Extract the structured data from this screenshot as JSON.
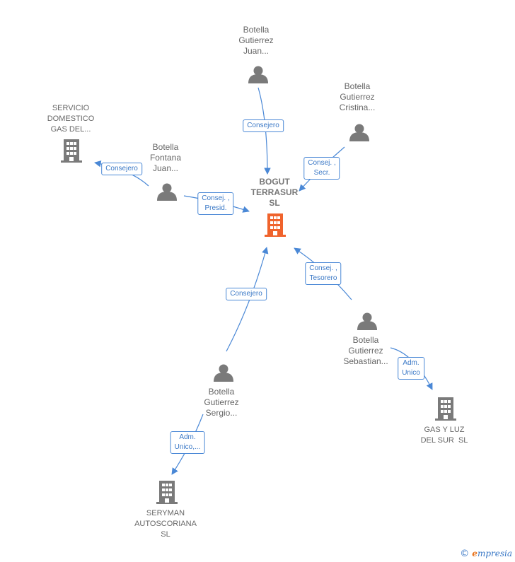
{
  "colors": {
    "edge": "#4a88d6",
    "node_icon": "#7a7a7a",
    "center_icon": "#f0632c"
  },
  "nodes": {
    "center": {
      "lines": [
        "BOGUT",
        "TERRASUR",
        "SL"
      ],
      "icon": "building-icon"
    },
    "juan_gutierrez": {
      "lines": [
        "Botella",
        "Gutierrez",
        "Juan..."
      ],
      "icon": "person-icon"
    },
    "cristina": {
      "lines": [
        "Botella",
        "Gutierrez",
        "Cristina..."
      ],
      "icon": "person-icon"
    },
    "fontana": {
      "lines": [
        "Botella",
        "Fontana",
        "Juan..."
      ],
      "icon": "person-icon"
    },
    "servicio": {
      "lines": [
        "SERVICIO",
        "DOMESTICO",
        "GAS DEL..."
      ],
      "icon": "building-icon"
    },
    "sebastian": {
      "lines": [
        "Botella",
        "Gutierrez",
        "Sebastian..."
      ],
      "icon": "person-icon"
    },
    "sergio": {
      "lines": [
        "Botella",
        "Gutierrez",
        "Sergio..."
      ],
      "icon": "person-icon"
    },
    "gasyluz": {
      "lines": [
        "GAS Y LUZ",
        "DEL SUR  SL"
      ],
      "icon": "building-icon"
    },
    "seryman": {
      "lines": [
        "SERYMAN",
        "AUTOSCORIANA",
        "SL"
      ],
      "icon": "building-icon"
    }
  },
  "edges": {
    "juan_center": [
      "Consejero"
    ],
    "cristina_center": [
      "Consej. ,",
      "Secr."
    ],
    "fontana_servicio": [
      "Consejero"
    ],
    "fontana_center": [
      "Consej. ,",
      "Presid."
    ],
    "sergio_center": [
      "Consejero"
    ],
    "sebastian_center": [
      "Consej. ,",
      "Tesorero"
    ],
    "sebastian_gasyluz": [
      "Adm.",
      "Unico"
    ],
    "sergio_seryman": [
      "Adm.",
      "Unico,..."
    ]
  },
  "footer": {
    "copyright_symbol": "©",
    "brand_initial": "e",
    "brand_rest": "mpresia"
  }
}
